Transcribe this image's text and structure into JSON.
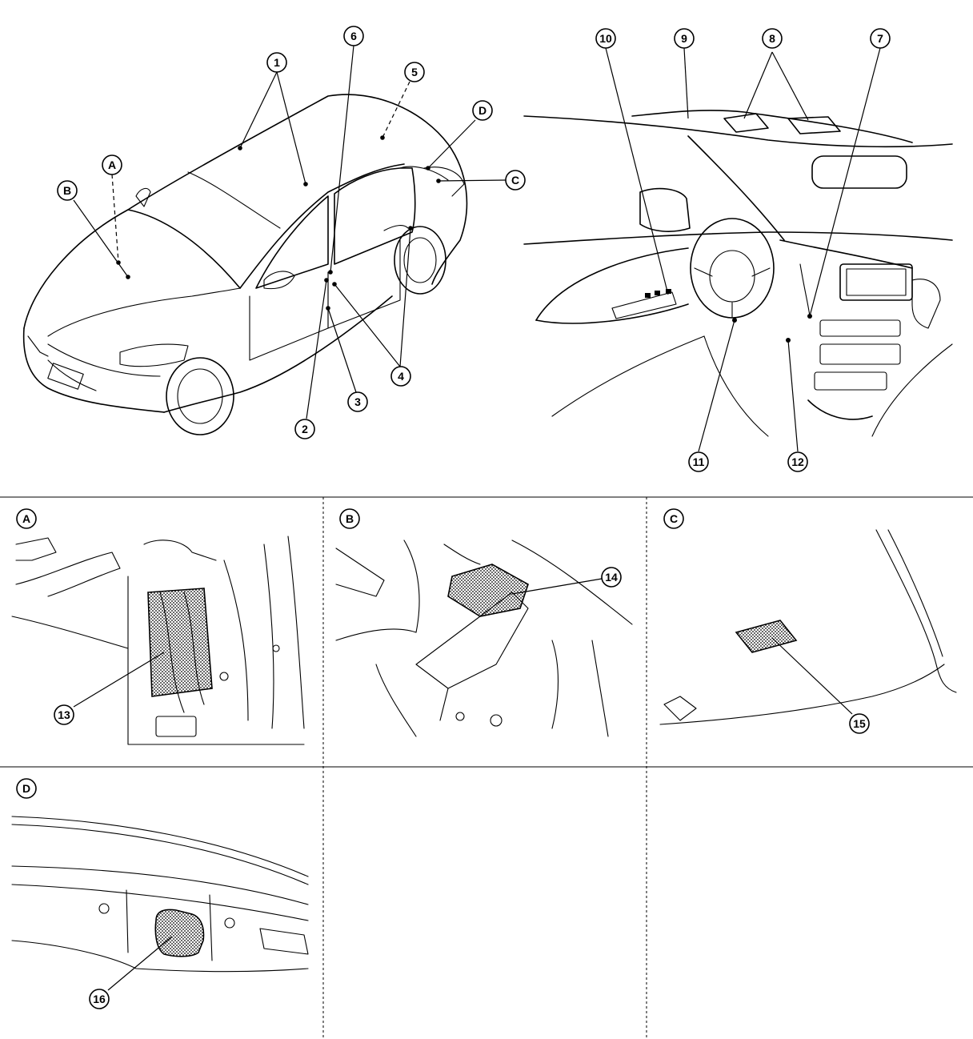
{
  "callouts": {
    "c1": "1",
    "c2": "2",
    "c3": "3",
    "c4": "4",
    "c5": "5",
    "c6": "6",
    "c7": "7",
    "c8": "8",
    "c9": "9",
    "c10": "10",
    "c11": "11",
    "c12": "12",
    "c13": "13",
    "c14": "14",
    "c15": "15",
    "c16": "16"
  },
  "view_labels": {
    "A": "A",
    "B": "B",
    "C": "C",
    "D": "D"
  },
  "panel_labels": {
    "A": "A",
    "B": "B",
    "C": "C",
    "D": "D"
  }
}
